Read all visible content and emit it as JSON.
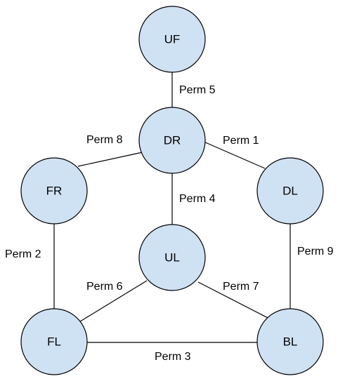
{
  "colors": {
    "node_fill": "#cfe2f3",
    "node_stroke": "#000000",
    "edge_stroke": "#000000",
    "text": "#000000"
  },
  "nodes": {
    "uf": "UF",
    "dr": "DR",
    "fr": "FR",
    "dl": "DL",
    "ul": "UL",
    "fl": "FL",
    "bl": "BL"
  },
  "edges": {
    "uf_dr": "Perm 5",
    "dr_fr": "Perm 8",
    "dr_dl": "Perm 1",
    "dr_ul": "Perm 4",
    "fr_fl": "Perm 2",
    "dl_bl": "Perm 9",
    "ul_fl": "Perm 6",
    "ul_bl": "Perm 7",
    "fl_bl": "Perm 3"
  }
}
